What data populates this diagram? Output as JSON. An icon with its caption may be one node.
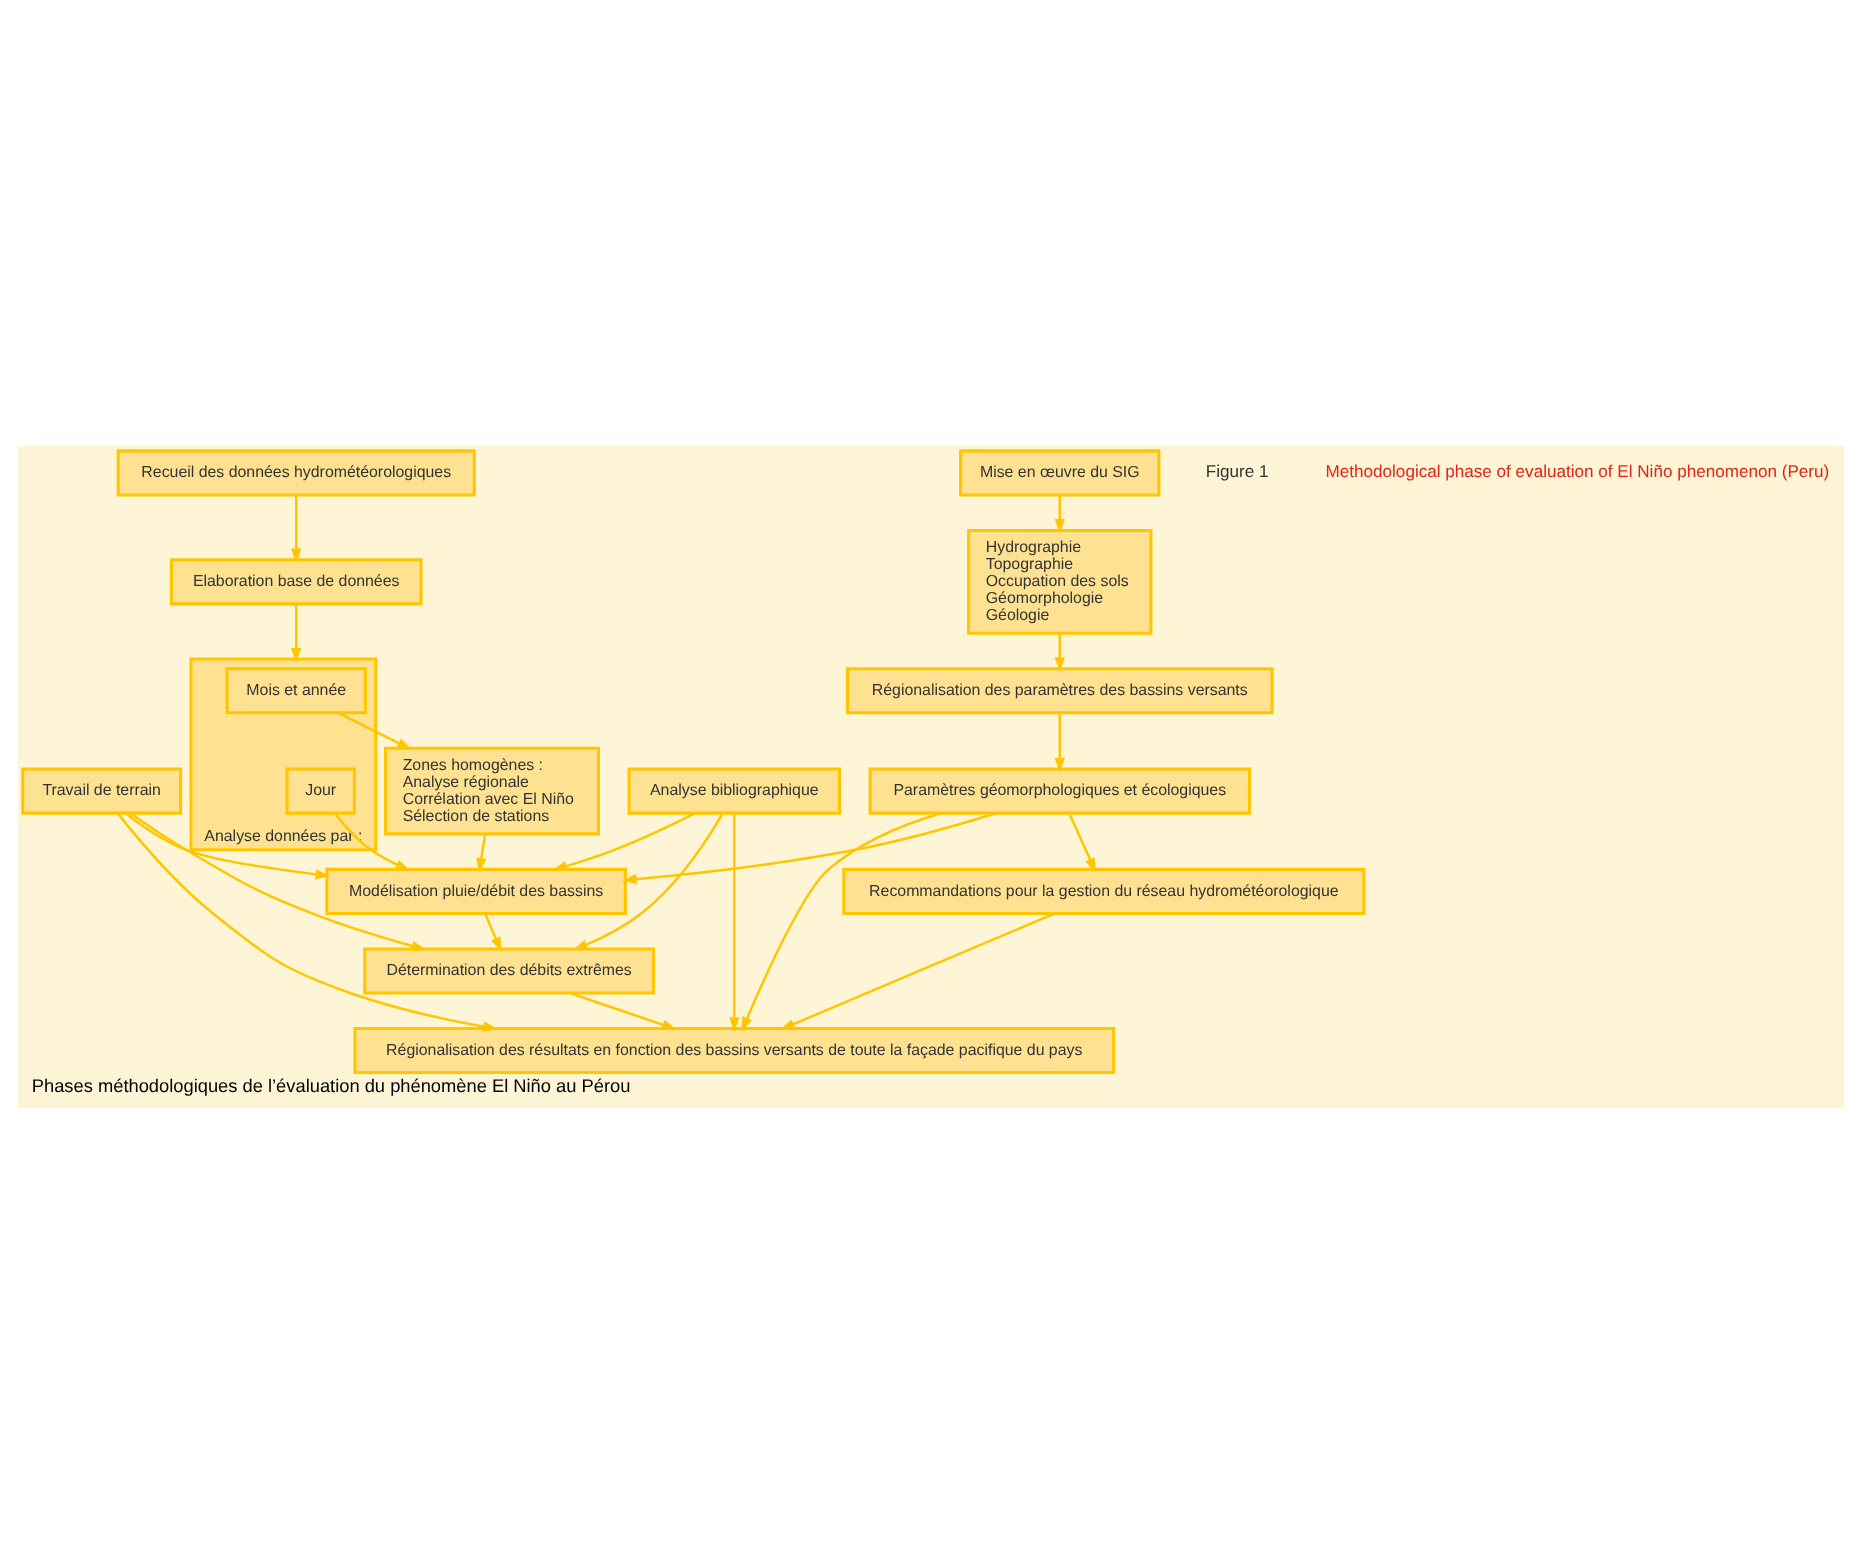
{
  "diagram": {
    "caption": "Phases méthodologiques de l’évaluation du phénomène El Niño au Pérou",
    "nodes": [
      {
        "text": [
          "Recueil des données hydrométéorologiques"
        ]
      },
      {
        "text": [
          "Mise en œuvre du SIG"
        ]
      },
      {
        "text": [
          "Elaboration base de données"
        ]
      },
      {
        "text": [
          "Travail de terrain"
        ]
      },
      {
        "text": [
          "Analyse bibliographique"
        ]
      },
      {
        "text": [
          "Hydrographie",
          "Topographie",
          "Occupation des sols",
          "Géomorphologie",
          "Géologie"
        ]
      },
      {
        "text": [
          "Analyse données par :"
        ]
      },
      {
        "text": [
          "Mois et année"
        ],
        "in": 6
      },
      {
        "text": [
          "Jour"
        ],
        "in": 6
      },
      {
        "text": [
          "Régionalisation des paramètres des bassins versants"
        ]
      },
      {
        "text": [
          "Zones homogènes :",
          "Analyse régionale",
          "Corrélation avec El Niño",
          "Sélection de stations"
        ]
      },
      {
        "text": [
          "Paramètres géomorphologiques et écologiques"
        ]
      },
      {
        "text": [
          "Modélisation pluie/débit des bassins"
        ]
      },
      {
        "text": [
          "Détermination des débits extrêmes"
        ]
      },
      {
        "text": [
          "Recommandations pour la gestion du réseau hydrométéorologique"
        ]
      },
      {
        "text": [
          "Régionalisation des résultats en fonction des bassins versants de toute la façade pacifique du pays"
        ]
      }
    ],
    "edges": [
      {
        "from": 0,
        "to": 2,
        "arrow": "to"
      },
      {
        "from": 1,
        "to": 5,
        "arrow": "to"
      },
      {
        "from": 2,
        "to": 6,
        "arrow": "to"
      },
      {
        "from": 5,
        "to": 9,
        "arrow": "to"
      },
      {
        "from": 7,
        "to": 10,
        "arrow": "to"
      },
      {
        "from": 8,
        "to": 12,
        "arrow": "to"
      },
      {
        "from": 9,
        "to": 11,
        "arrow": "to"
      },
      {
        "from": 10,
        "to": 12,
        "arrow": "to"
      },
      {
        "from": 11,
        "to": 12,
        "arrow": "to"
      },
      {
        "from": 3,
        "to": 12,
        "arrow": "to"
      },
      {
        "from": 4,
        "to": 12,
        "arrow": "to"
      },
      {
        "from": 12,
        "to": 13,
        "arrow": "to"
      },
      {
        "from": 3,
        "to": 13,
        "arrow": "to"
      },
      {
        "from": 4,
        "to": 13,
        "arrow": "to"
      },
      {
        "from": 11,
        "to": 14,
        "arrow": "to"
      },
      {
        "from": 13,
        "to": 15,
        "arrow": "to"
      },
      {
        "from": 3,
        "to": 15,
        "arrow": "to"
      },
      {
        "from": 4,
        "to": 15,
        "arrow": "to"
      },
      {
        "from": 11,
        "to": 15,
        "arrow": "to"
      },
      {
        "from": 14,
        "to": 15,
        "arrow": "to"
      }
    ],
    "labels": [
      "Figure 1",
      "Methodological phase of evaluation of El Niño phenomenon (Peru)"
    ]
  }
}
